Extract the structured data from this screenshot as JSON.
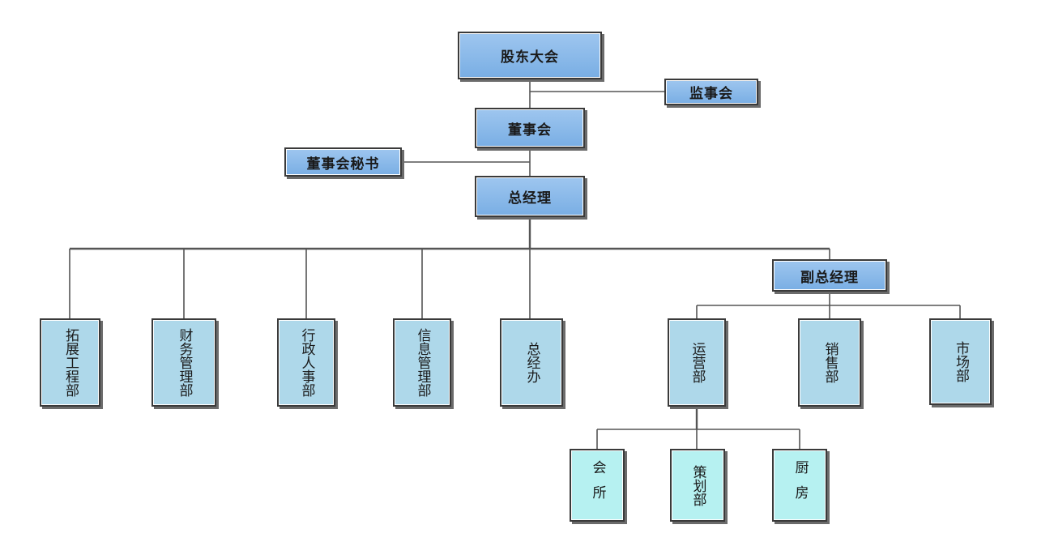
{
  "nodes": {
    "shareholders": "股东大会",
    "supervisors": "监事会",
    "board": "董事会",
    "board_secretary": "董事会秘书",
    "gm": "总经理",
    "deputy_gm": "副总经理",
    "expansion": "拓展工程部",
    "finance": "财务管理部",
    "admin_hr": "行政人事部",
    "info": "信息管理部",
    "gm_office": "总经办",
    "operations": "运营部",
    "sales": "销售部",
    "market": "市场部",
    "clubhouse": "会所",
    "planning": "策划部",
    "kitchen": "厨房"
  },
  "colors": {
    "top_fill": "#8dbbea",
    "dept_fill": "#aed8ea",
    "sub_fill": "#b6f1f1",
    "border": "#3a3a3a",
    "line": "#555555"
  }
}
